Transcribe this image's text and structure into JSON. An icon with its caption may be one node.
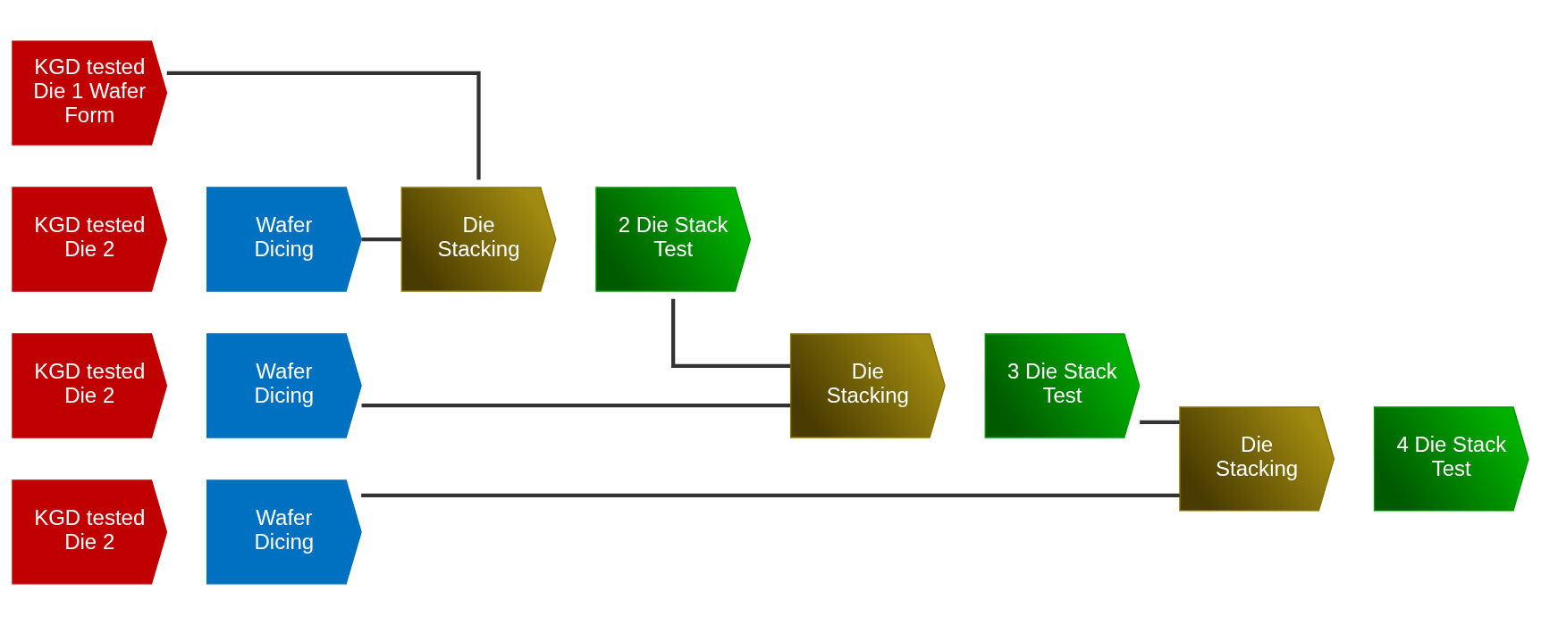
{
  "diagram": {
    "nodes": [
      {
        "text": [
          "KGD tested Die 1 Wafer Form"
        ]
      },
      {
        "text": [
          "Die Stacking"
        ]
      },
      {
        "text": [
          "2 Die Stack Test"
        ]
      },
      {
        "text": [
          "KGD tested Die 2"
        ]
      },
      {
        "text": [
          "Wafer Dicing"
        ]
      },
      {
        "text": [
          "Die Stacking"
        ]
      },
      {
        "text": [
          "3 Die Stack Test"
        ]
      },
      {
        "text": [
          "KGD tested Die 2"
        ]
      },
      {
        "text": [
          "Wafer Dicing"
        ]
      },
      {
        "text": [
          "Die Stacking"
        ]
      },
      {
        "text": [
          "4 Die Stack Test"
        ]
      },
      {
        "text": [
          "KGD tested Die 2"
        ]
      },
      {
        "text": [
          "Wafer Dicing"
        ]
      }
    ],
    "edges": [
      {
        "from": 0,
        "to": 1,
        "arrow": "none"
      },
      {
        "from": 4,
        "to": 1,
        "arrow": "none"
      },
      {
        "from": 2,
        "to": 5,
        "arrow": "none"
      },
      {
        "from": 8,
        "to": 5,
        "arrow": "none"
      },
      {
        "from": 6,
        "to": 9,
        "arrow": "none"
      },
      {
        "from": 12,
        "to": 9,
        "arrow": "none"
      }
    ]
  }
}
